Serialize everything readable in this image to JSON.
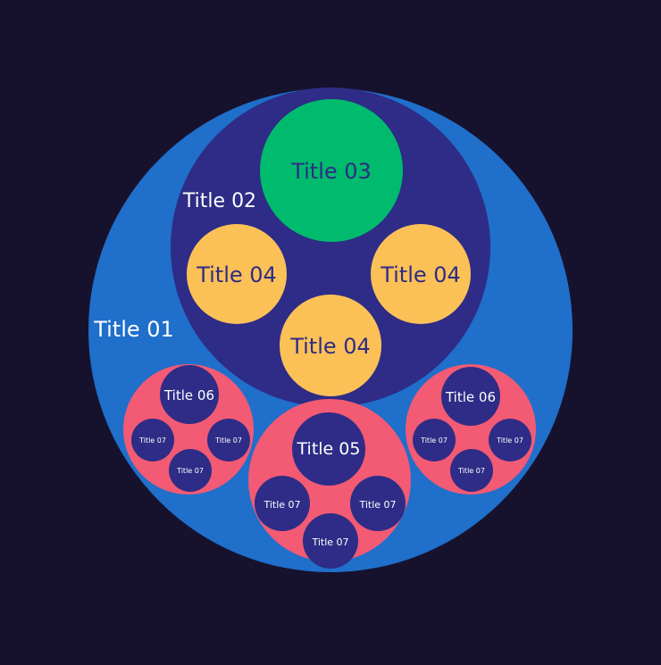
{
  "colors": {
    "background": "#16122e",
    "level1": "#1f6fcb",
    "level2": "#2e2c86",
    "level3_green": "#00bb6d",
    "level4_yellow": "#fbc157",
    "level5_pink": "#f35a74",
    "level6_navy": "#2e2c86",
    "light_text": "#ffffff",
    "dark_text": "#2e2c86"
  },
  "labels": {
    "title01": "Title 01",
    "title02": "Title 02",
    "title03": "Title 03",
    "title04": "Title 04",
    "title05": "Title 05",
    "title06": "Title 06",
    "title07": "Title 07"
  }
}
